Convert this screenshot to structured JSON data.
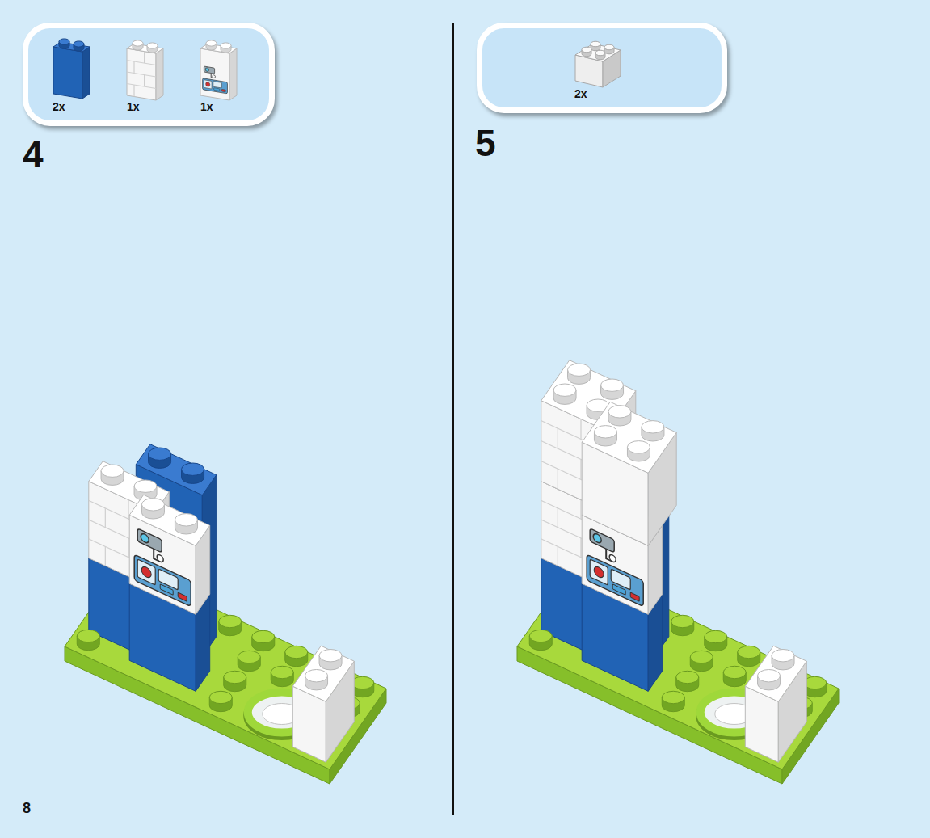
{
  "diagram": {
    "nodes": [
      {
        "text": [
          "2x",
          "1x",
          "1x"
        ]
      },
      {
        "text": [
          "2x"
        ]
      }
    ],
    "labels": [
      "4",
      "5",
      "8"
    ]
  }
}
